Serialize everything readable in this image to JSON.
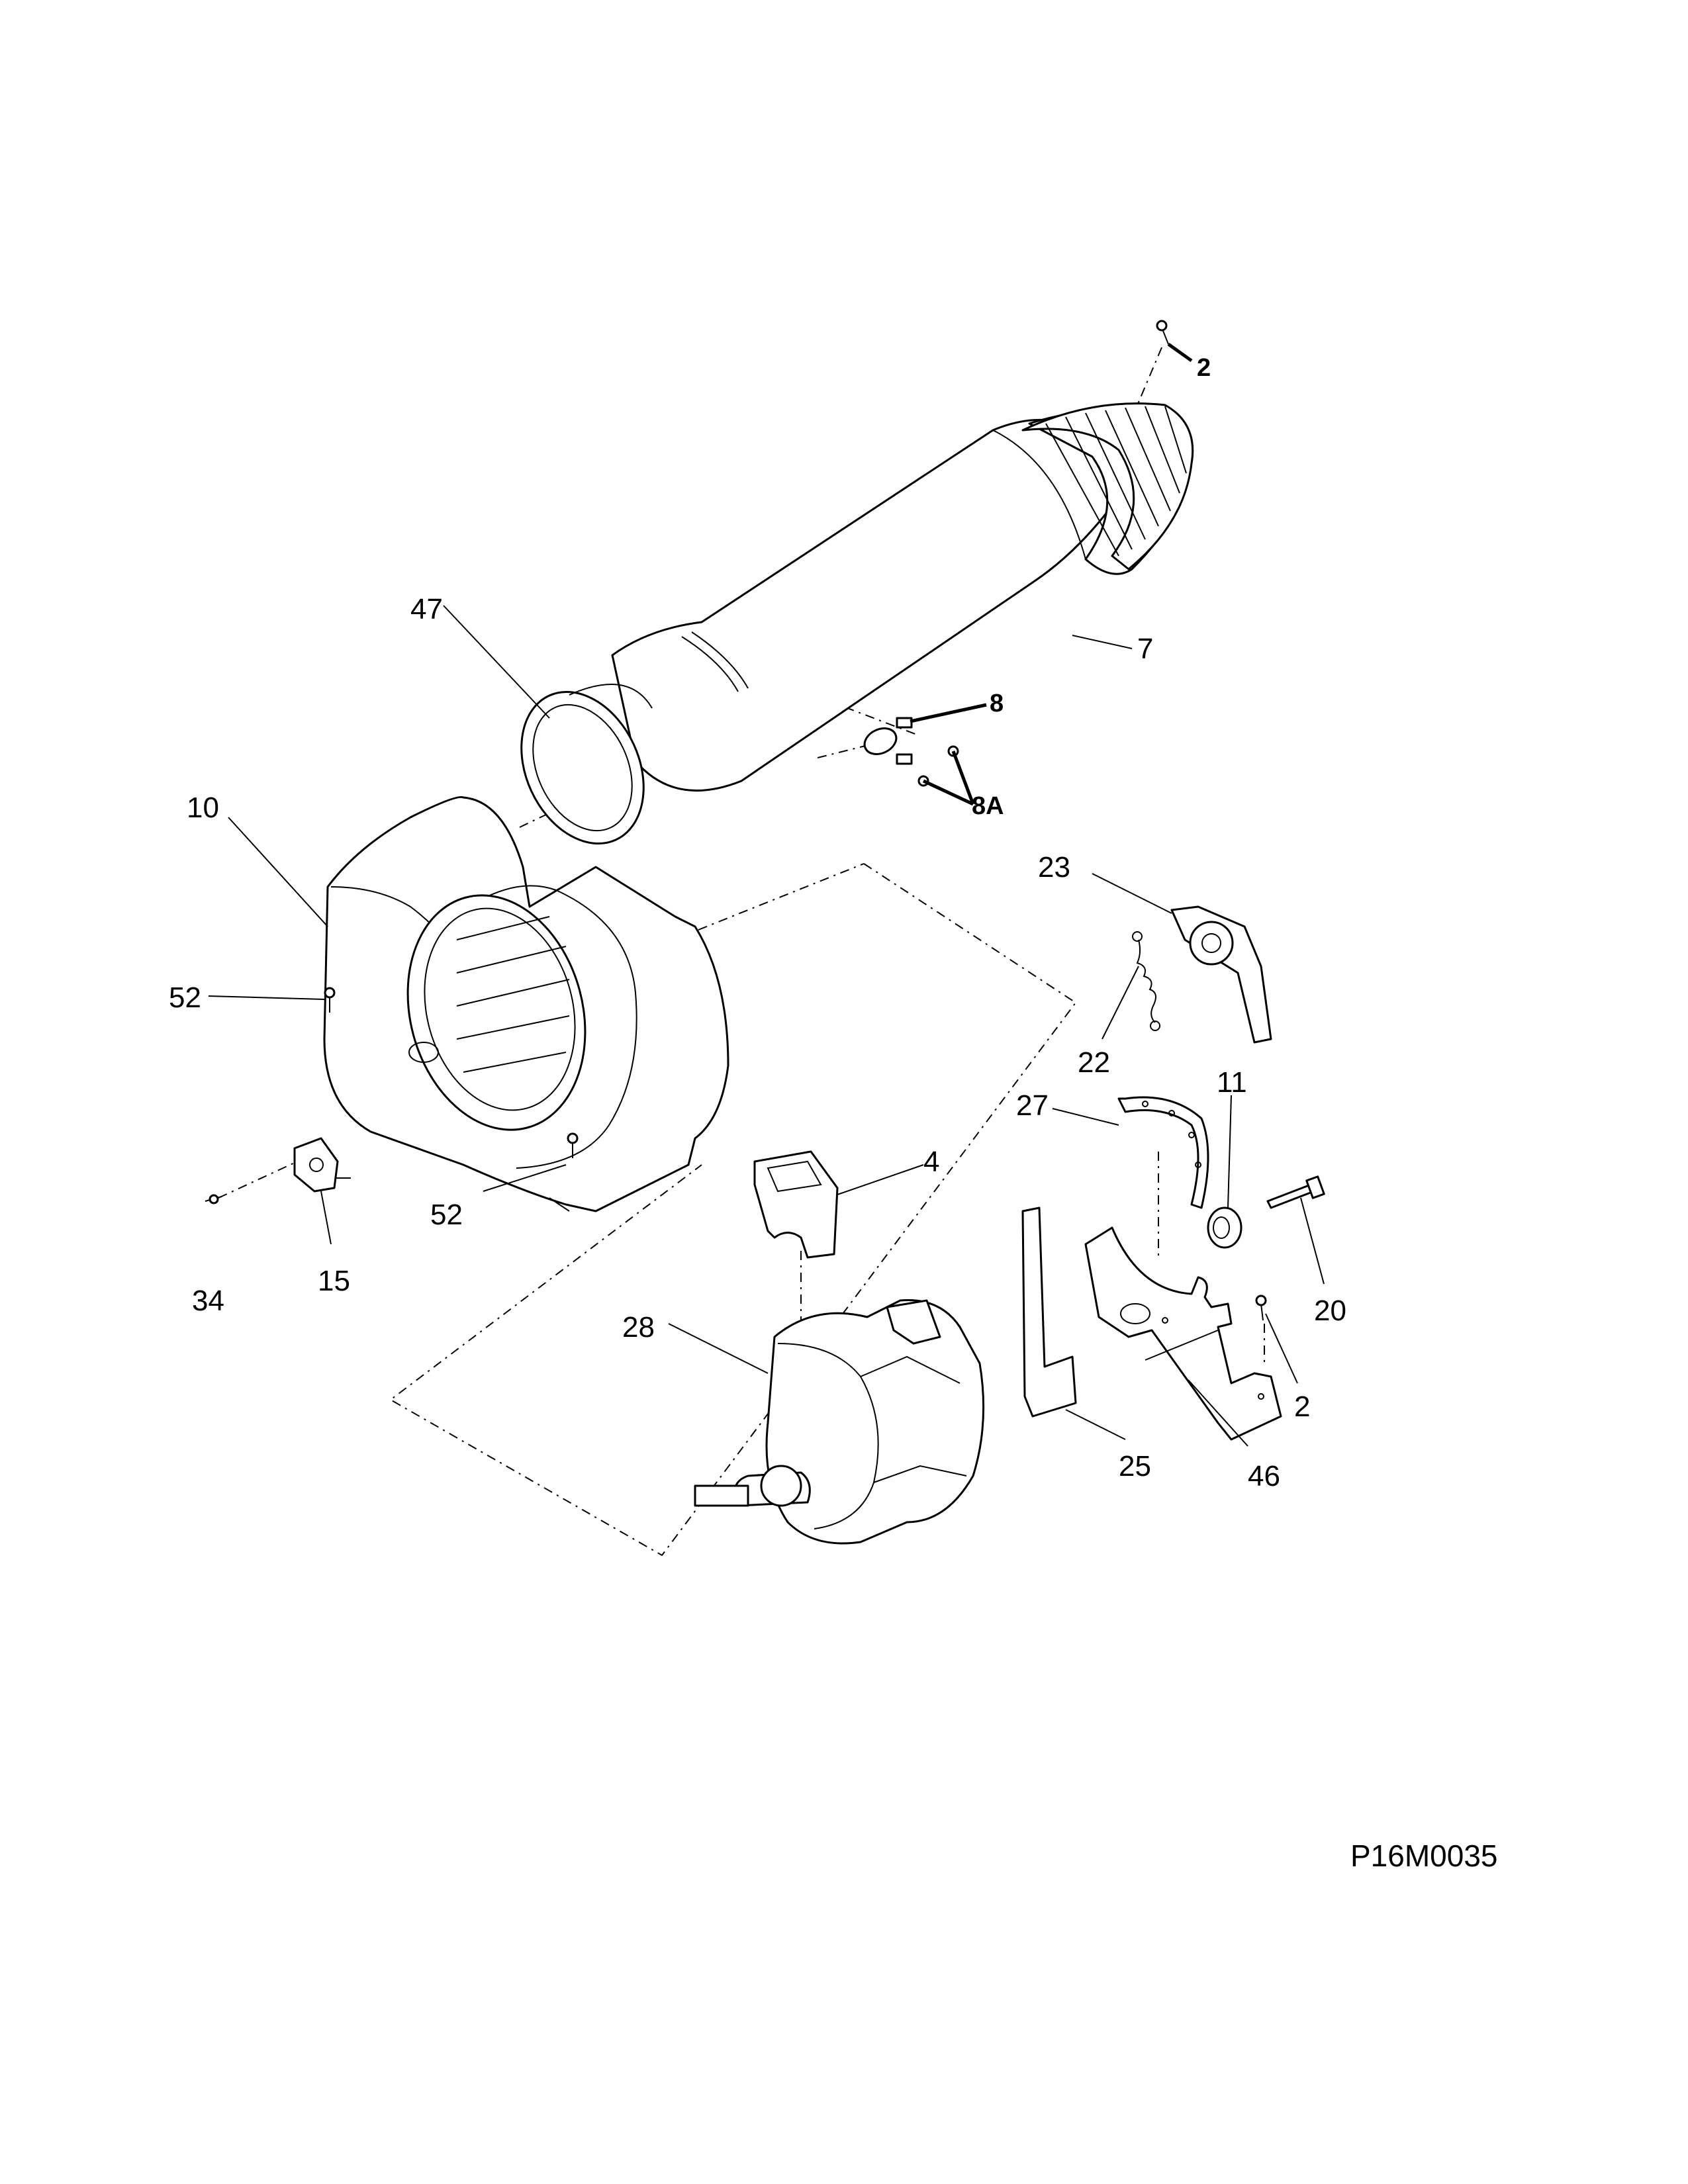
{
  "callouts": {
    "c2_top": "2",
    "c7": "7",
    "c47": "47",
    "c8": "8",
    "c8a": "8A",
    "c10": "10",
    "c23": "23",
    "c52_left": "52",
    "c22": "22",
    "c11": "11",
    "c27": "27",
    "c4": "4",
    "c52_bottom": "52",
    "c34": "34",
    "c15": "15",
    "c20": "20",
    "c28": "28",
    "c2_bottom": "2",
    "c25": "25",
    "c46": "46"
  },
  "diagram_code": "P16M0035"
}
